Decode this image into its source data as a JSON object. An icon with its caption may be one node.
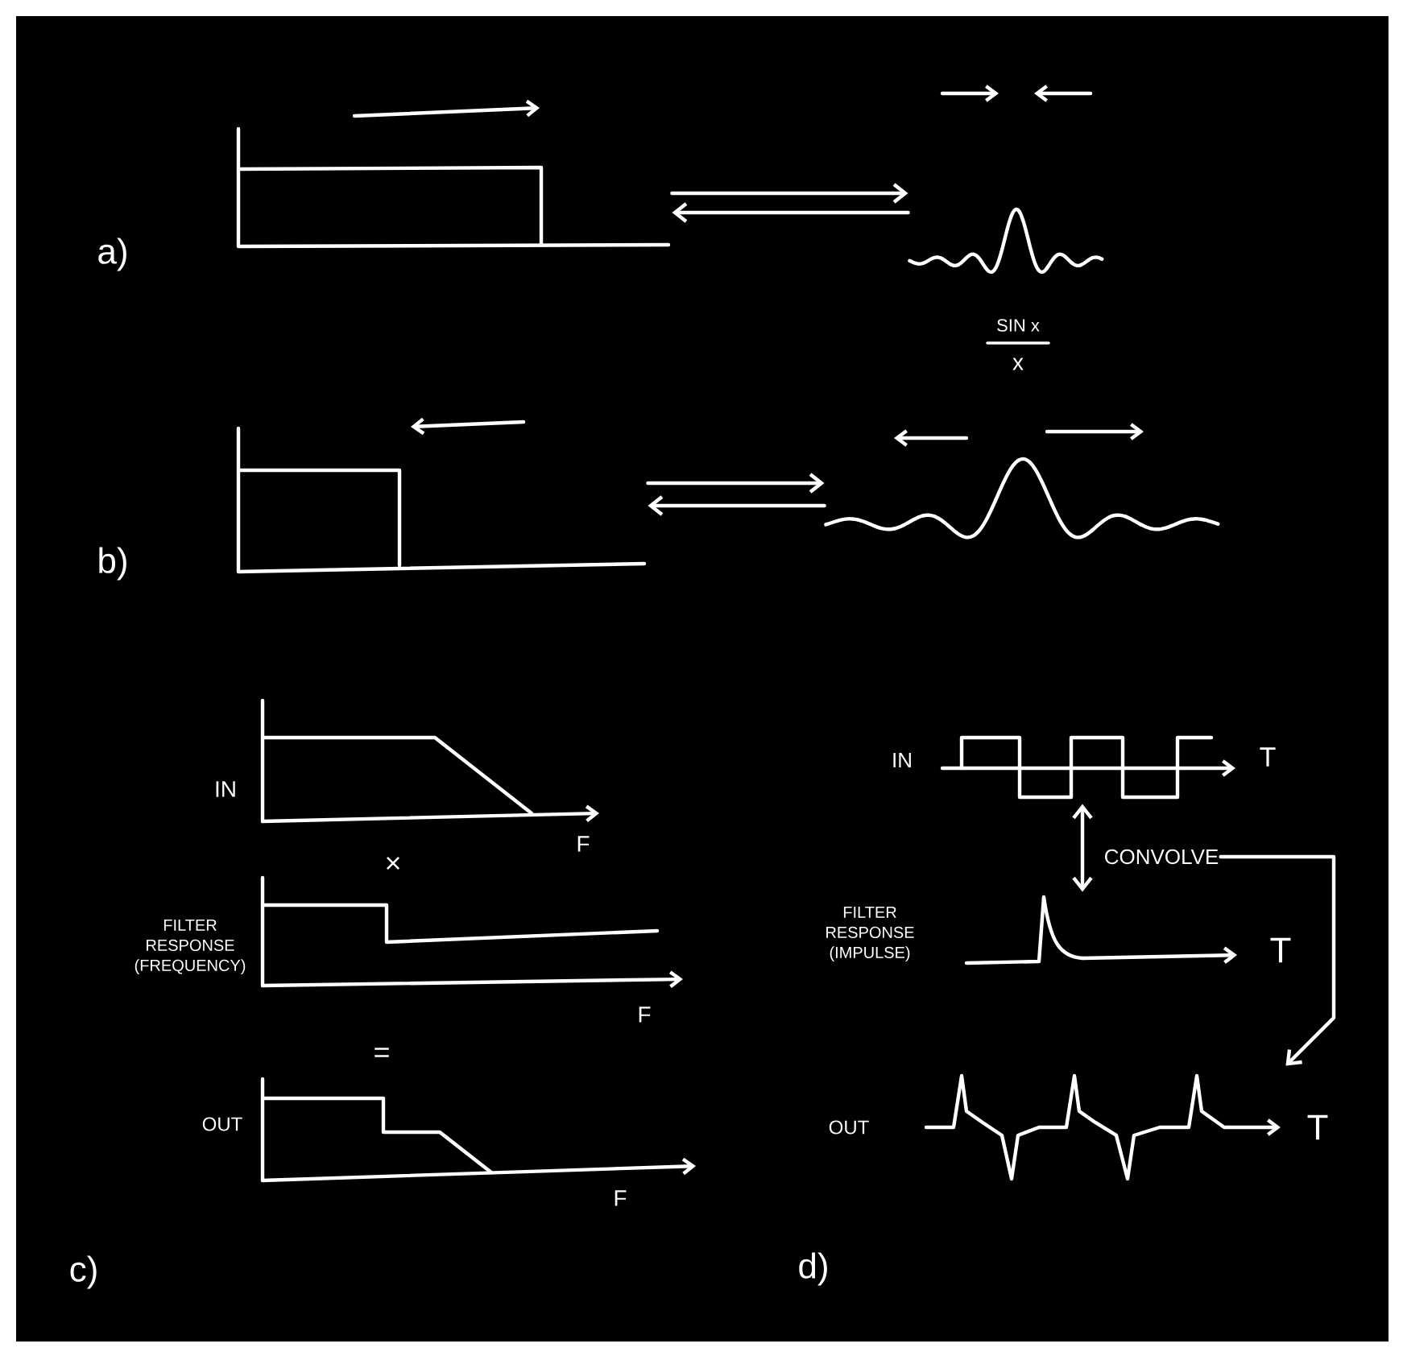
{
  "diagram": {
    "nodes": [
      {
        "text": [],
        "shape": "picture"
      },
      {
        "text": [],
        "shape": "picture"
      },
      {
        "text": [],
        "shape": "picture"
      },
      {
        "text": [],
        "shape": "picture"
      },
      {
        "text": [],
        "shape": "picture",
        "beside": [
          "T"
        ]
      },
      {
        "text": [
          "CONVOLVE"
        ]
      },
      {
        "text": [],
        "shape": "picture"
      },
      {
        "text": [],
        "shape": "picture",
        "beside": [
          "T"
        ]
      }
    ],
    "edges": [
      {
        "from": 0,
        "to": 1,
        "arrow": "to"
      },
      {
        "from": 1,
        "to": 0,
        "arrow": "to"
      },
      {
        "from": 2,
        "to": 3,
        "arrow": "to"
      },
      {
        "from": 3,
        "to": 2,
        "arrow": "to"
      },
      {
        "from": 4,
        "to": 6,
        "arrow": "both"
      },
      {
        "from": 5,
        "to": 7,
        "arrow": "to"
      }
    ],
    "labels": [
      "a)",
      "SIN x",
      "x",
      "b)",
      "IN",
      "F",
      "×",
      "FILTER RESPONSE (FREQUENCY)",
      "F",
      "=",
      "OUT",
      "F",
      "c)",
      "IN",
      "FILTER RESPONSE (IMPULSE)",
      "T",
      "OUT",
      "d)"
    ]
  }
}
